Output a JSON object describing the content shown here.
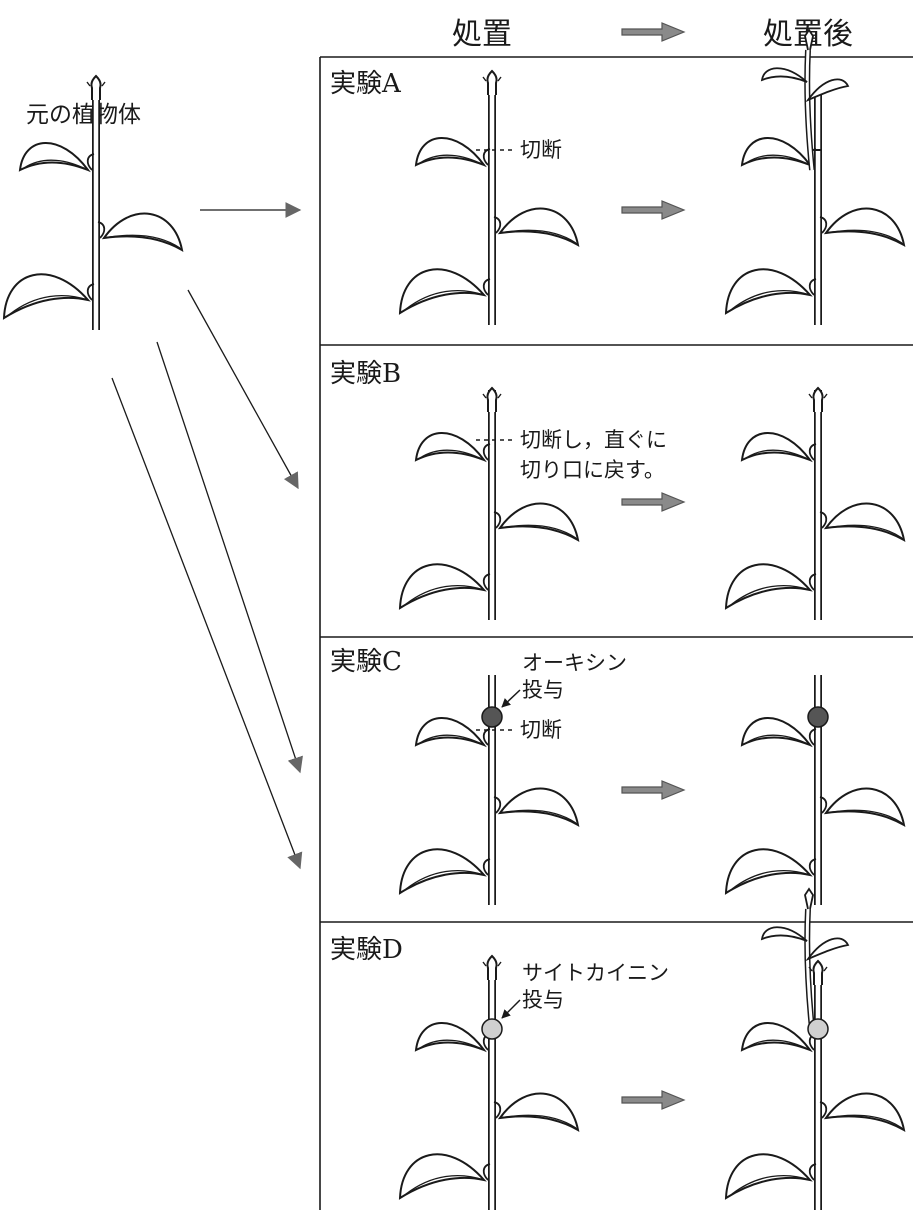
{
  "header": {
    "treatment": "処置",
    "after": "処置後"
  },
  "original_plant": {
    "label": "元の植物体"
  },
  "experiments": [
    {
      "id": "A",
      "title": "実験A",
      "label_lines": [
        "切断"
      ]
    },
    {
      "id": "B",
      "title": "実験B",
      "label_lines": [
        "切断し，直ぐに",
        "切り口に戻す。"
      ]
    },
    {
      "id": "C",
      "title": "実験C",
      "applied_lines": [
        "オーキシン",
        "投与"
      ],
      "cut_label": "切断",
      "applied_color": "#555555"
    },
    {
      "id": "D",
      "title": "実験D",
      "applied_lines": [
        "サイトカイニン",
        "投与"
      ],
      "applied_color": "#cfcfcf"
    }
  ]
}
